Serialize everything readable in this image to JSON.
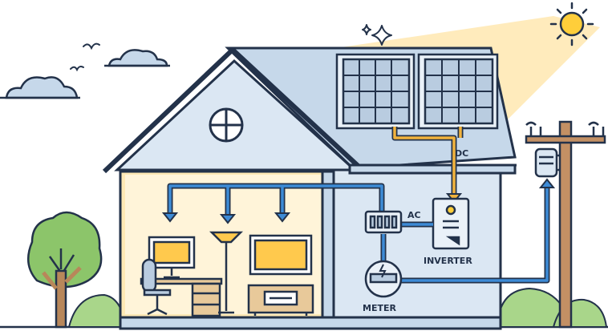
{
  "labels": {
    "dc": "DC",
    "ac": "AC",
    "inverter": "INVERTER",
    "meter": "METER"
  },
  "colors": {
    "outline": "#23324a",
    "roof": "#c6d8ea",
    "wall": "#dbe7f3",
    "interior_glow": "#ffe9b5",
    "sun": "#ffce3a",
    "sunbeam": "#ffd97a",
    "panel": "#b9cce0",
    "dc_wire": "#f2b33d",
    "ac_wire": "#3d8bd6",
    "tree": "#8cc56a",
    "trunk": "#b8875a",
    "pole": "#c39064",
    "bush": "#a9d68a"
  },
  "icons": [
    "sun-icon",
    "sparkle-icon",
    "cloud-icon",
    "bird-icon",
    "solar-panel-icon",
    "inverter-icon",
    "meter-icon",
    "breaker-box-icon",
    "monitor-icon",
    "chair-icon",
    "lamp-icon",
    "tv-icon",
    "console-icon",
    "utility-pole-icon",
    "tree-icon"
  ]
}
